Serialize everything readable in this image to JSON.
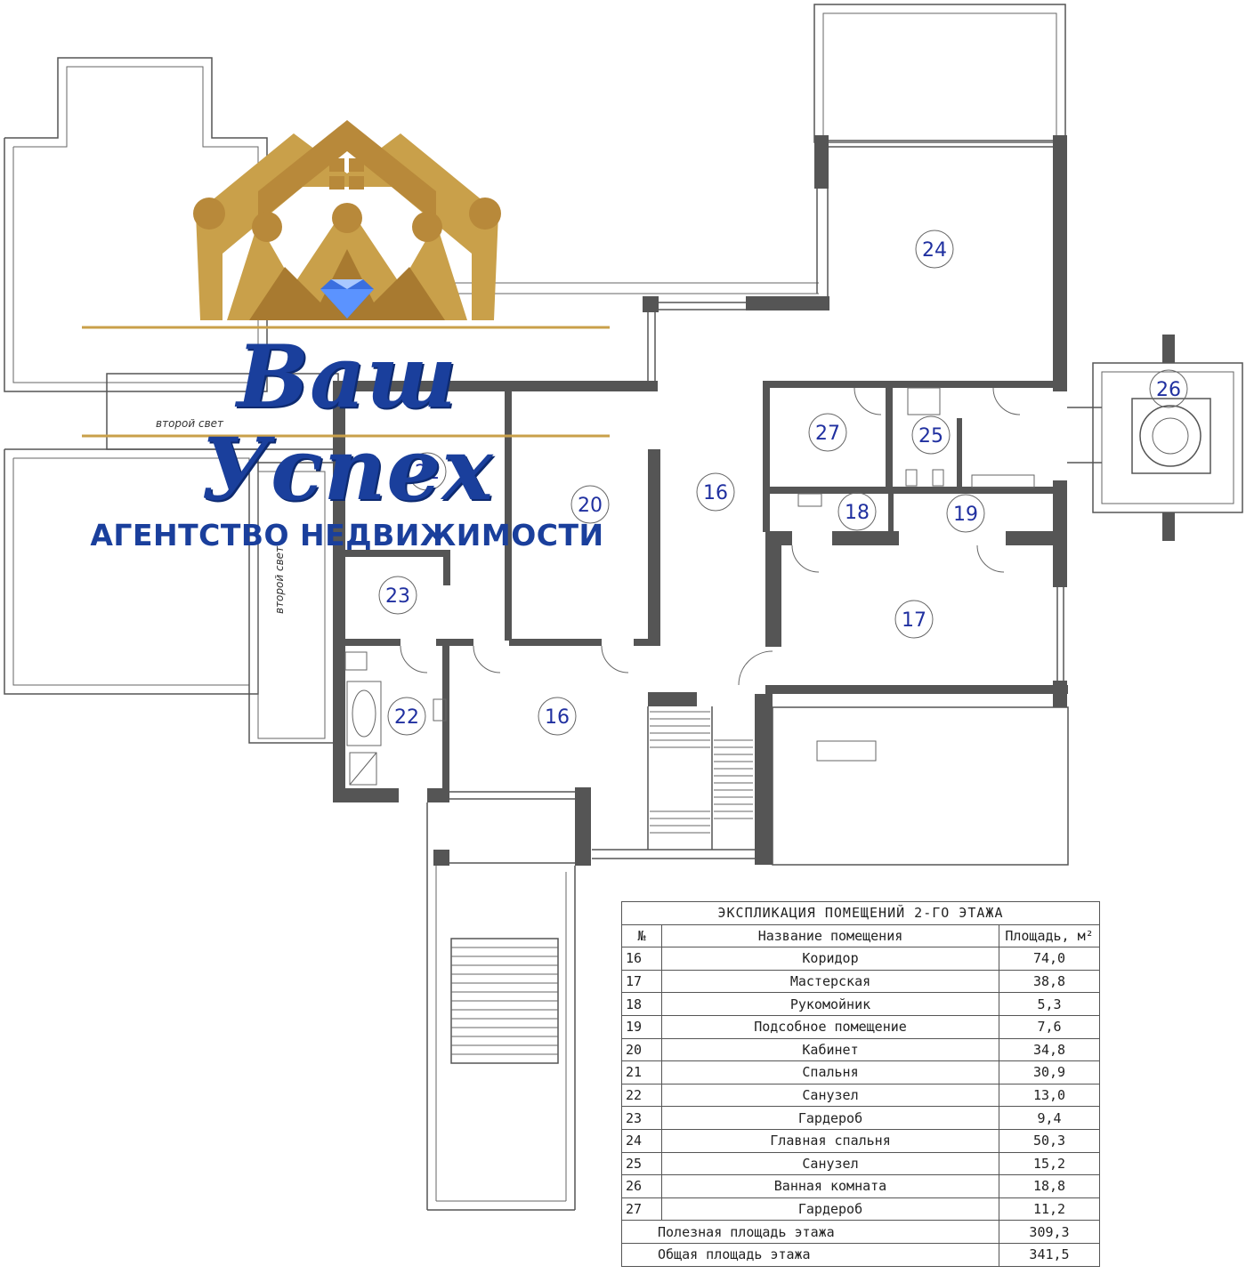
{
  "plan": {
    "second_light_label": "второй свет",
    "rooms": [
      {
        "no": "24"
      },
      {
        "no": "26"
      },
      {
        "no": "27"
      },
      {
        "no": "25"
      },
      {
        "no": "18"
      },
      {
        "no": "19"
      },
      {
        "no": "16"
      },
      {
        "no": "20"
      },
      {
        "no": "21"
      },
      {
        "no": "23"
      },
      {
        "no": "17"
      },
      {
        "no": "22"
      },
      {
        "no": "16"
      }
    ]
  },
  "logo": {
    "name": "Ваш Успех",
    "subtitle": "АГЕНТСТВО НЕДВИЖИМОСТИ",
    "colors": {
      "gold": "#c9a04a",
      "blue": "#1a3f9c"
    }
  },
  "explication": {
    "title": "ЭКСПЛИКАЦИЯ ПОМЕЩЕНИЙ 2-ГО ЭТАЖА",
    "headers": {
      "no": "№",
      "name": "Название помещения",
      "area": "Площадь, м²"
    },
    "rows": [
      {
        "no": "16",
        "name": "Коридор",
        "area": "74,0"
      },
      {
        "no": "17",
        "name": "Мастерская",
        "area": "38,8"
      },
      {
        "no": "18",
        "name": "Рукомойник",
        "area": "5,3"
      },
      {
        "no": "19",
        "name": "Подсобное помещение",
        "area": "7,6"
      },
      {
        "no": "20",
        "name": "Кабинет",
        "area": "34,8"
      },
      {
        "no": "21",
        "name": "Спальня",
        "area": "30,9"
      },
      {
        "no": "22",
        "name": "Санузел",
        "area": "13,0"
      },
      {
        "no": "23",
        "name": "Гардероб",
        "area": "9,4"
      },
      {
        "no": "24",
        "name": "Главная спальня",
        "area": "50,3"
      },
      {
        "no": "25",
        "name": "Санузел",
        "area": "15,2"
      },
      {
        "no": "26",
        "name": "Ванная комната",
        "area": "18,8"
      },
      {
        "no": "27",
        "name": "Гардероб",
        "area": "11,2"
      }
    ],
    "useful_label": "Полезная площадь этажа",
    "useful_area": "309,3",
    "total_label": "Общая площадь этажа",
    "total_area": "341,5"
  }
}
